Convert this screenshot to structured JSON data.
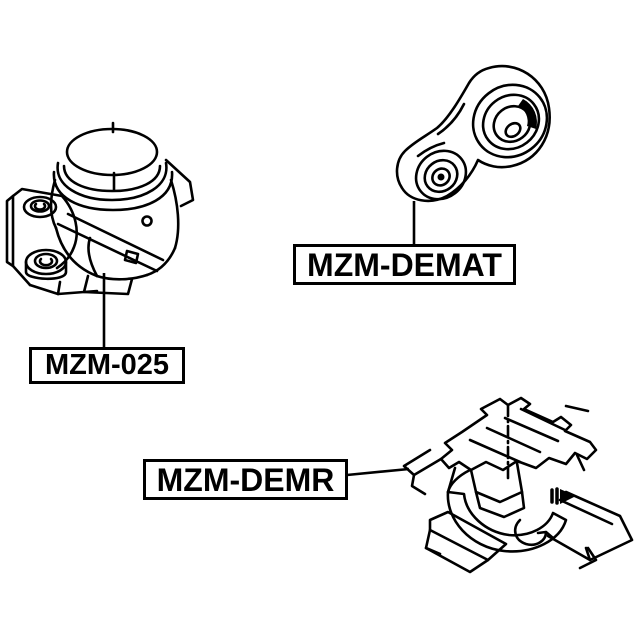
{
  "diagram": {
    "background_color": "#ffffff",
    "line_color": "#000000",
    "label_border_color": "#000000",
    "label_text_color": "#000000",
    "parts": [
      {
        "code": "MZM-025",
        "illustration": "cylindrical-engine-mount-with-side-bracket"
      },
      {
        "code": "MZM-DEMAT",
        "illustration": "torque-rod-dogbone-engine-mount"
      },
      {
        "code": "MZM-DEMR",
        "illustration": "angular-engine-mount-bracket-assembly"
      }
    ]
  }
}
